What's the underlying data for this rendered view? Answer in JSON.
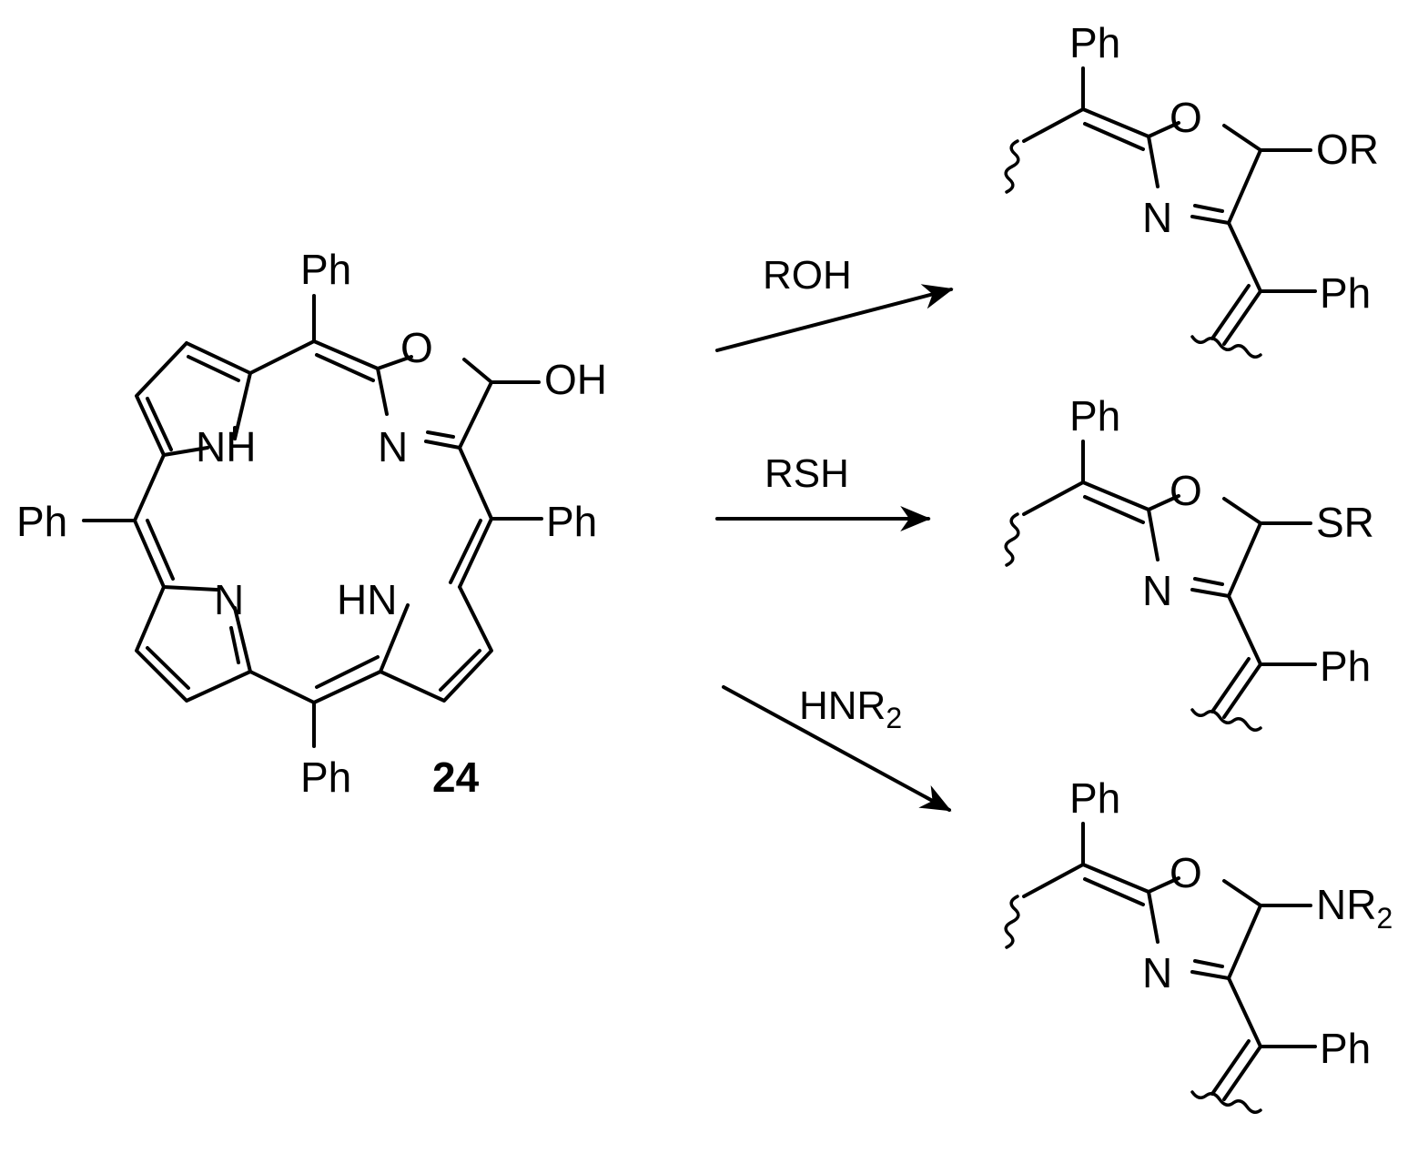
{
  "labels": {
    "phenyl": "Ph",
    "hydroxyl": "OH",
    "oxygen": "O",
    "nitrogen": "N",
    "nh": "NH",
    "hn": "HN",
    "compound_number": "24"
  },
  "reactions": [
    {
      "reagent": "ROH",
      "substituent": "OR"
    },
    {
      "reagent": "RSH",
      "substituent": "SR"
    },
    {
      "reagent_main": "HNR",
      "reagent_subscript": "2",
      "substituent_main": "NR",
      "substituent_subscript": "2"
    }
  ]
}
